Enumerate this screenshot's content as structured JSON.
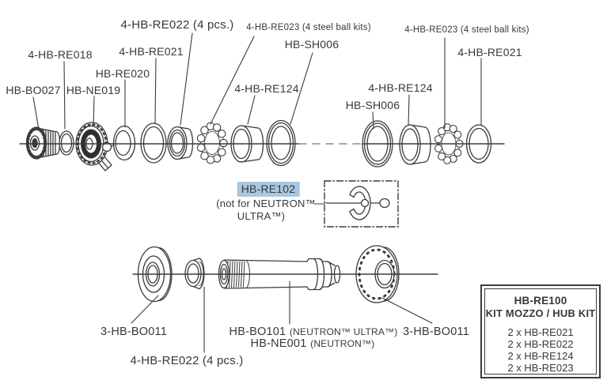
{
  "labels": {
    "re022_top": "4-HB-RE022 (4 pcs.)",
    "re023_left": "4-HB-RE023 (4 steel ball kits)",
    "re023_right": "4-HB-RE023 (4 steel ball kits)",
    "sh006_top": "HB-SH006",
    "re018": "4-HB-RE018",
    "re021_left": "4-HB-RE021",
    "re021_right": "4-HB-RE021",
    "re020": "HB-RE020",
    "bo027": "HB-BO027",
    "ne019": "HB-NE019",
    "re124_left": "4-HB-RE124",
    "re124_right": "4-HB-RE124",
    "sh006_right": "HB-SH006",
    "re102": "HB-RE102",
    "re102_note_line1": "(not for NEUTRON™",
    "re102_note_line2": "ULTRA™)",
    "bo011_left": "3-HB-BO011",
    "bo011_right": "3-HB-BO011",
    "bo101_part": "HB-BO101",
    "bo101_variant": "(NEUTRON™ ULTRA™)",
    "ne001_part": "HB-NE001",
    "ne001_variant": "(NEUTRON™)",
    "re022_bottom": "4-HB-RE022 (4 pcs.)"
  },
  "kit_box": {
    "part_number": "HB-RE100",
    "title": "KIT MOZZO / HUB KIT",
    "items": [
      "2 x HB-RE021",
      "2 x HB-RE022",
      "2 x HB-RE124",
      "2 x HB-RE023"
    ]
  },
  "colors": {
    "highlight": "#a9c7e0",
    "line": "#3b3b3b",
    "dashed_axis": "#8a8a8a",
    "text": "#383838"
  }
}
